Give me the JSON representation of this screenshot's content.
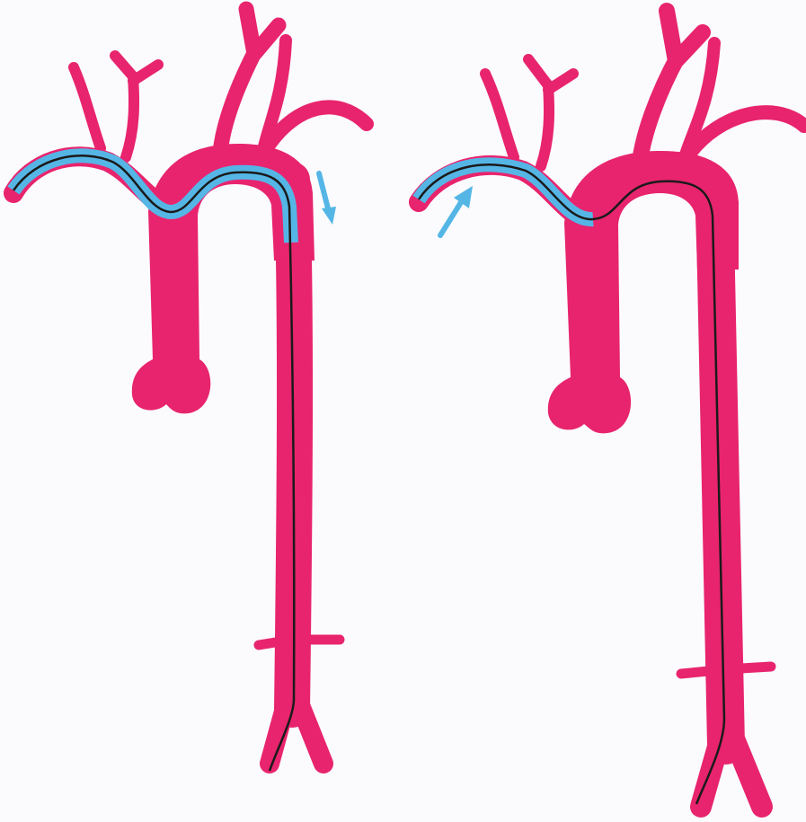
{
  "diagram": {
    "panels": [
      {
        "id": "left",
        "sheath_direction": "down",
        "arrow_direction": "down-right"
      },
      {
        "id": "right",
        "sheath_direction": "up",
        "arrow_direction": "up-right"
      }
    ],
    "colors": {
      "background": "#fbfbfd",
      "vessel": "#e8246e",
      "sheath": "#55b6e6",
      "wire": "#1a1a1a",
      "arrow": "#55b6e6"
    },
    "icons": [
      "aorta-vessel",
      "catheter-sheath",
      "guidewire",
      "direction-arrow"
    ]
  }
}
